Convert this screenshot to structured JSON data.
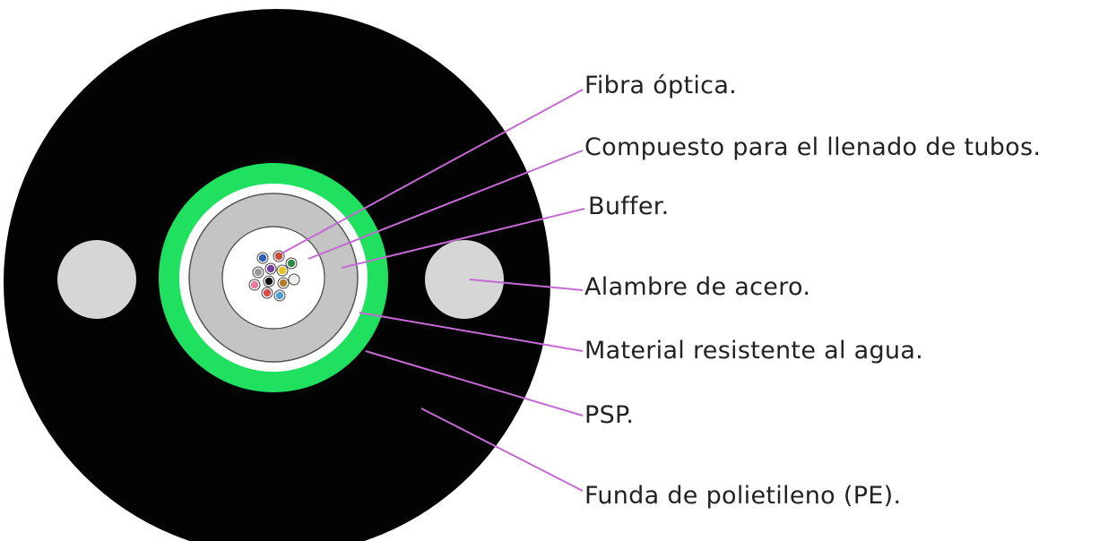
{
  "colors": {
    "jacket": "#030303",
    "steel_wire": "#d6d6d6",
    "psp_ring": "#1fe05f",
    "water_blocking": "#ffffff",
    "buffer_tube": "#c4c4c4",
    "tube_gel": "#ffffff",
    "leader_line": "#c36ad3",
    "label_text": "#222222"
  },
  "fiber_colors": [
    "#2f5fb8",
    "#c94a3a",
    "#7a3fa0",
    "#e2c21d",
    "#2d8a45",
    "#9a9a9a",
    "#111111",
    "#b57a2e",
    "#d94c4c",
    "#e67b9a",
    "#4a9fd4",
    "#eeeeee"
  ],
  "labels": [
    {
      "text": "Fibra óptica."
    },
    {
      "text": "Compuesto para el llenado de tubos."
    },
    {
      "text": "Buffer."
    },
    {
      "text": "Alambre de acero."
    },
    {
      "text": "Material resistente al agua."
    },
    {
      "text": "PSP."
    },
    {
      "text": "Funda de polietileno (PE)."
    }
  ]
}
